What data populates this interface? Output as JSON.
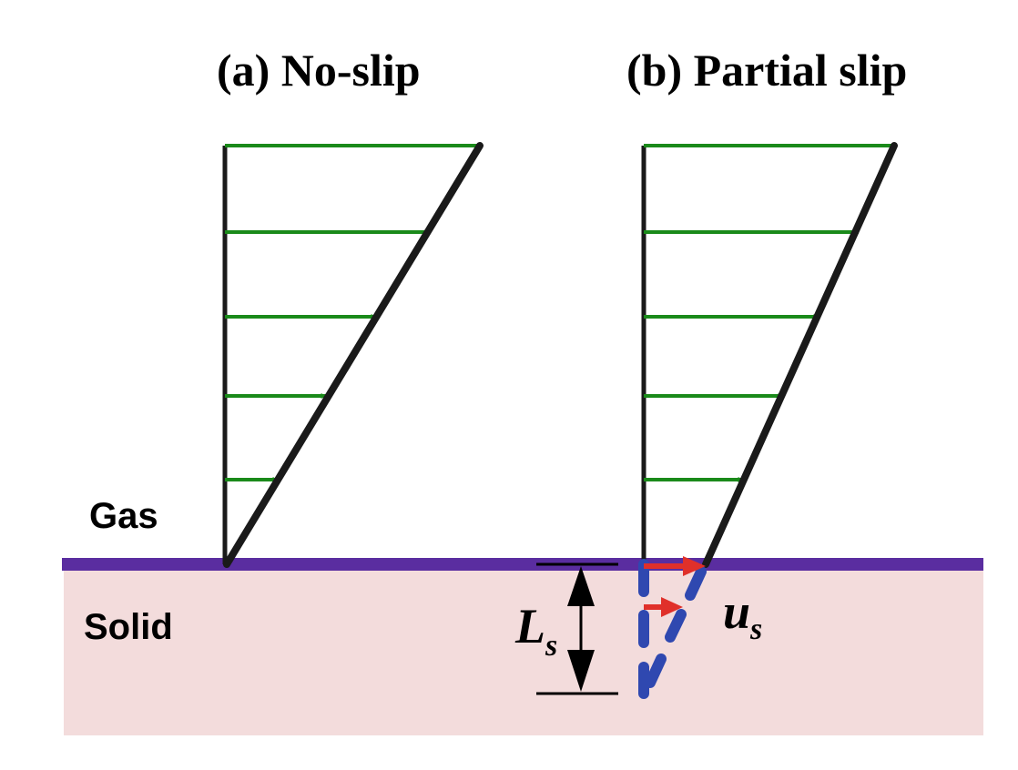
{
  "titles": {
    "panel_a": "(a) No-slip",
    "panel_b": "(b) Partial slip"
  },
  "regions": {
    "gas": "Gas",
    "solid": "Solid"
  },
  "symbols": {
    "slip_length": "L",
    "slip_length_sub": "s",
    "slip_velocity": "u",
    "slip_velocity_sub": "s"
  },
  "colors": {
    "velocity_arrow": "#1a8a1a",
    "profile_line": "#1a1a1a",
    "interface": "#5a2da0",
    "solid_fill": "#f3dcdc",
    "slip_arrow": "#e0302a",
    "extrapolation": "#2f48b0"
  }
}
